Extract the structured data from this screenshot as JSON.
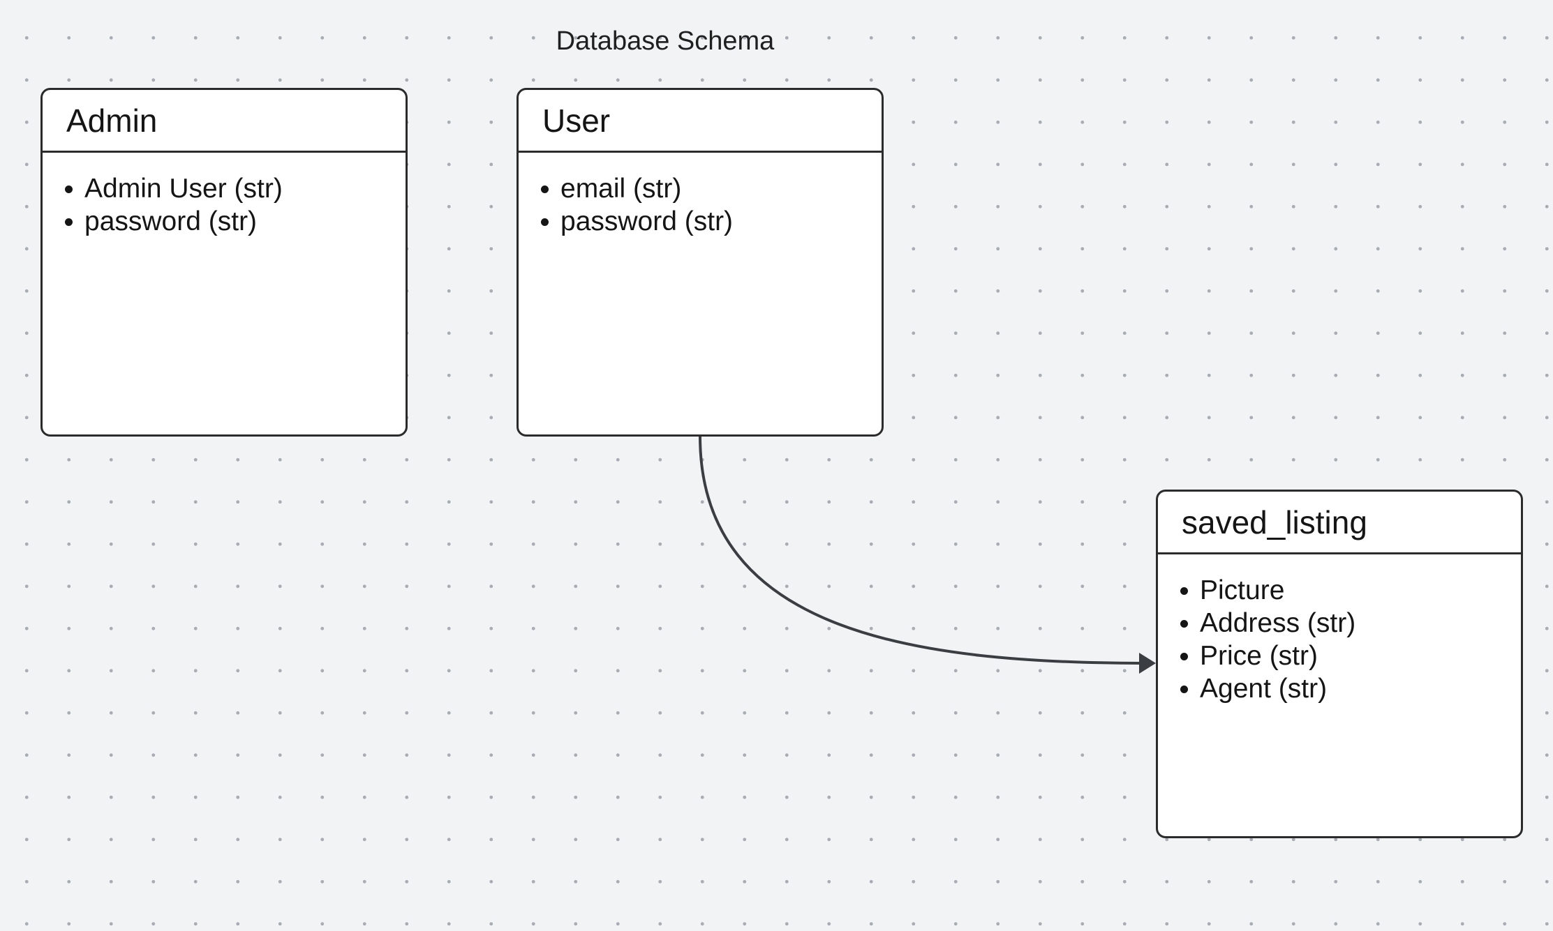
{
  "diagram": {
    "title": "Database Schema",
    "entities": [
      {
        "id": "admin",
        "name": "Admin",
        "fields": [
          "Admin User (str)",
          "password (str)"
        ]
      },
      {
        "id": "user",
        "name": "User",
        "fields": [
          "email (str)",
          "password (str)"
        ]
      },
      {
        "id": "saved_listing",
        "name": "saved_listing",
        "fields": [
          "Picture",
          "Address (str)",
          "Price (str)",
          "Agent (str)"
        ]
      }
    ],
    "relations": [
      {
        "from": "User",
        "to": "saved_listing",
        "arrow": "to"
      }
    ]
  },
  "colors": {
    "canvas": "#f2f3f5",
    "dot_grid": "#a9adb3",
    "entity_fill": "#ffffff",
    "entity_border": "#2b2b2b",
    "connector": "#3a3d42"
  }
}
